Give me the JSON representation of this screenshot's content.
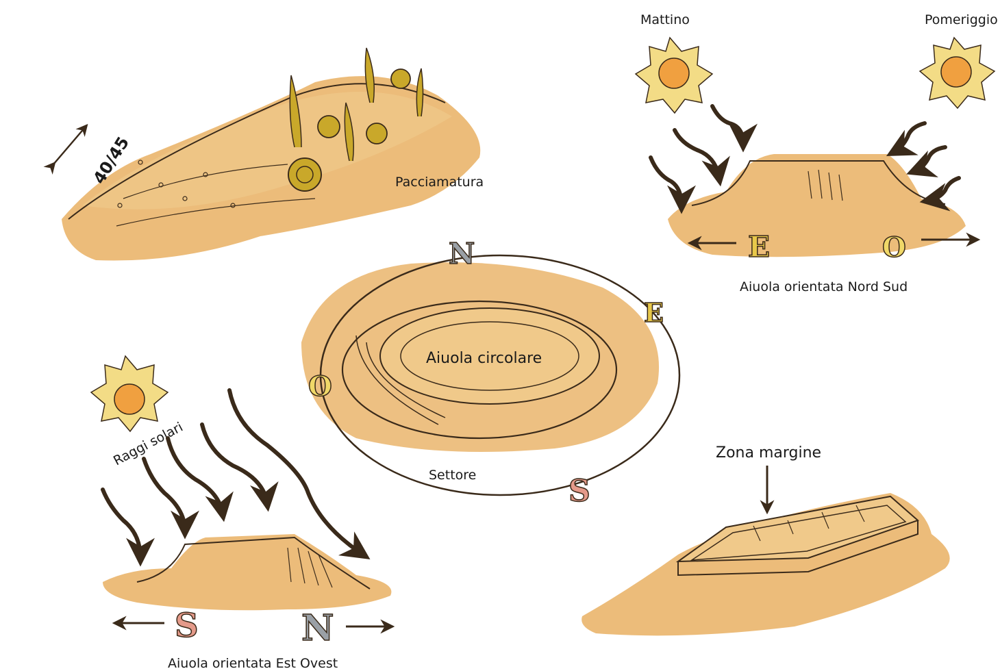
{
  "labels": {
    "mattino": "Mattino",
    "pomeriggio": "Pomeriggio",
    "pacciamatura": "Pacciamatura",
    "height": "40/45",
    "nord_sud_caption": "Aiuola orientata Nord Sud",
    "aiuola_circolare": "Aiuola circolare",
    "settore": "Settore",
    "raggi_solari": "Raggi solari",
    "zona_margine": "Zona margine",
    "est_ovest_caption": "Aiuola orientata Est Ovest"
  },
  "compass": {
    "north": "N",
    "east": "E",
    "south": "S",
    "west": "O"
  },
  "bed_nord_sud": {
    "left_letter": "E",
    "right_letter": "O"
  },
  "bed_est_ovest": {
    "left_letter": "S",
    "right_letter": "N"
  },
  "colors": {
    "soil": "#e6a85a",
    "soil_light": "#f0c98a",
    "sun_rays": "#f3dc86",
    "sun_core": "#f0a040",
    "plant": "#c9a82a",
    "outline": "#3a2a1a",
    "letter_yellow": "#e8c84a",
    "letter_pink": "#e49a8a",
    "letter_grey": "#9aa0a6"
  }
}
